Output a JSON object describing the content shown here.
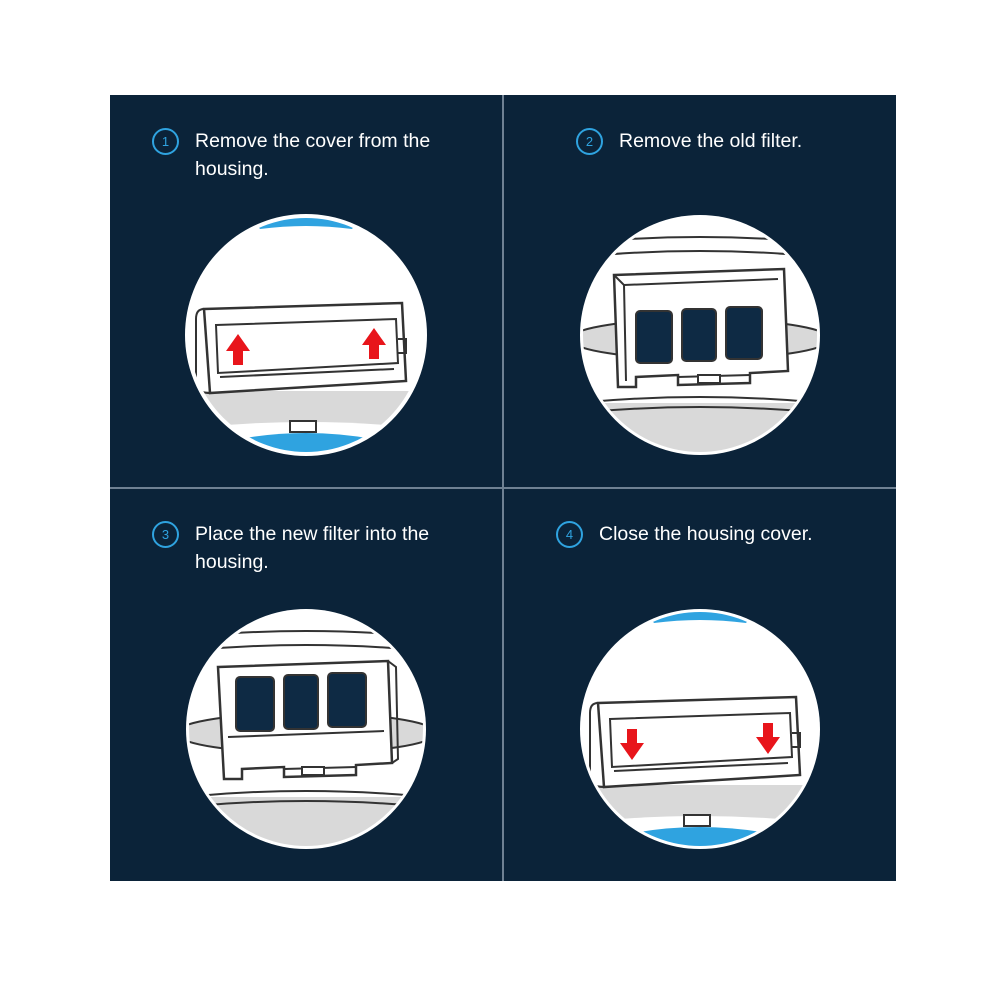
{
  "steps": [
    {
      "number": "1",
      "text": "Remove the cover from the housing."
    },
    {
      "number": "2",
      "text": "Remove the old filter."
    },
    {
      "number": "3",
      "text": "Place the new filter into the housing."
    },
    {
      "number": "4",
      "text": "Close the housing cover."
    }
  ],
  "colors": {
    "background": "#0b2339",
    "accent": "#2fa3e0",
    "arrow": "#e8151b",
    "filter": "#0e2a44"
  },
  "icons": [
    "arrow-up-icon",
    "arrow-down-icon"
  ]
}
